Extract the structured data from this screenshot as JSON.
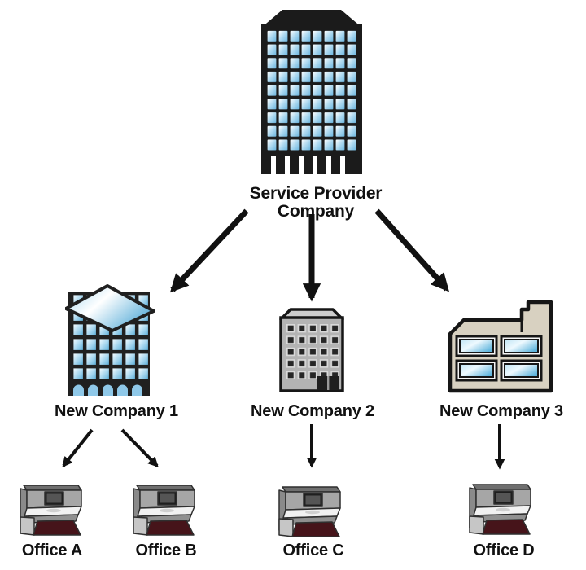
{
  "diagram": {
    "type": "hierarchy-tree",
    "description": "Service provider company delegating to new companies and their offices",
    "nodes": {
      "spc": {
        "label": "Service Provider Company",
        "icon": "skyscraper-icon"
      },
      "nc1": {
        "label": "New Company 1",
        "icon": "glass-building-icon"
      },
      "nc2": {
        "label": "New Company 2",
        "icon": "gray-building-icon"
      },
      "nc3": {
        "label": "New Company 3",
        "icon": "wide-office-building-icon"
      },
      "officea": {
        "label": "Office A",
        "icon": "office-cubicle-icon"
      },
      "officeb": {
        "label": "Office B",
        "icon": "office-cubicle-icon"
      },
      "officec": {
        "label": "Office C",
        "icon": "office-cubicle-icon"
      },
      "officed": {
        "label": "Office D",
        "icon": "office-cubicle-icon"
      }
    },
    "edges": [
      {
        "id": "spc-nc1",
        "from": "Service Provider Company",
        "to": "New Company 1"
      },
      {
        "id": "spc-nc2",
        "from": "Service Provider Company",
        "to": "New Company 2"
      },
      {
        "id": "spc-nc3",
        "from": "Service Provider Company",
        "to": "New Company 3"
      },
      {
        "id": "nc1-officea",
        "from": "New Company 1",
        "to": "Office A"
      },
      {
        "id": "nc1-officeb",
        "from": "New Company 1",
        "to": "Office B"
      },
      {
        "id": "nc2-officec",
        "from": "New Company 2",
        "to": "Office C"
      },
      {
        "id": "nc3-officed",
        "from": "New Company 3",
        "to": "Office D"
      }
    ],
    "colors": {
      "background": "#ffffff",
      "arrow": "#111111",
      "label_text": "#111111",
      "dark_building_frame": "#1b1b1b",
      "window_blue": "#7fc2e6",
      "gray_building": "#b3b3b3",
      "gray_window": "#262626",
      "beige_building": "#d8d1c1",
      "cubicle_gray": "#a6a6a6",
      "carpet_maroon": "#46141a",
      "desk_white": "#f1f1f1"
    }
  }
}
